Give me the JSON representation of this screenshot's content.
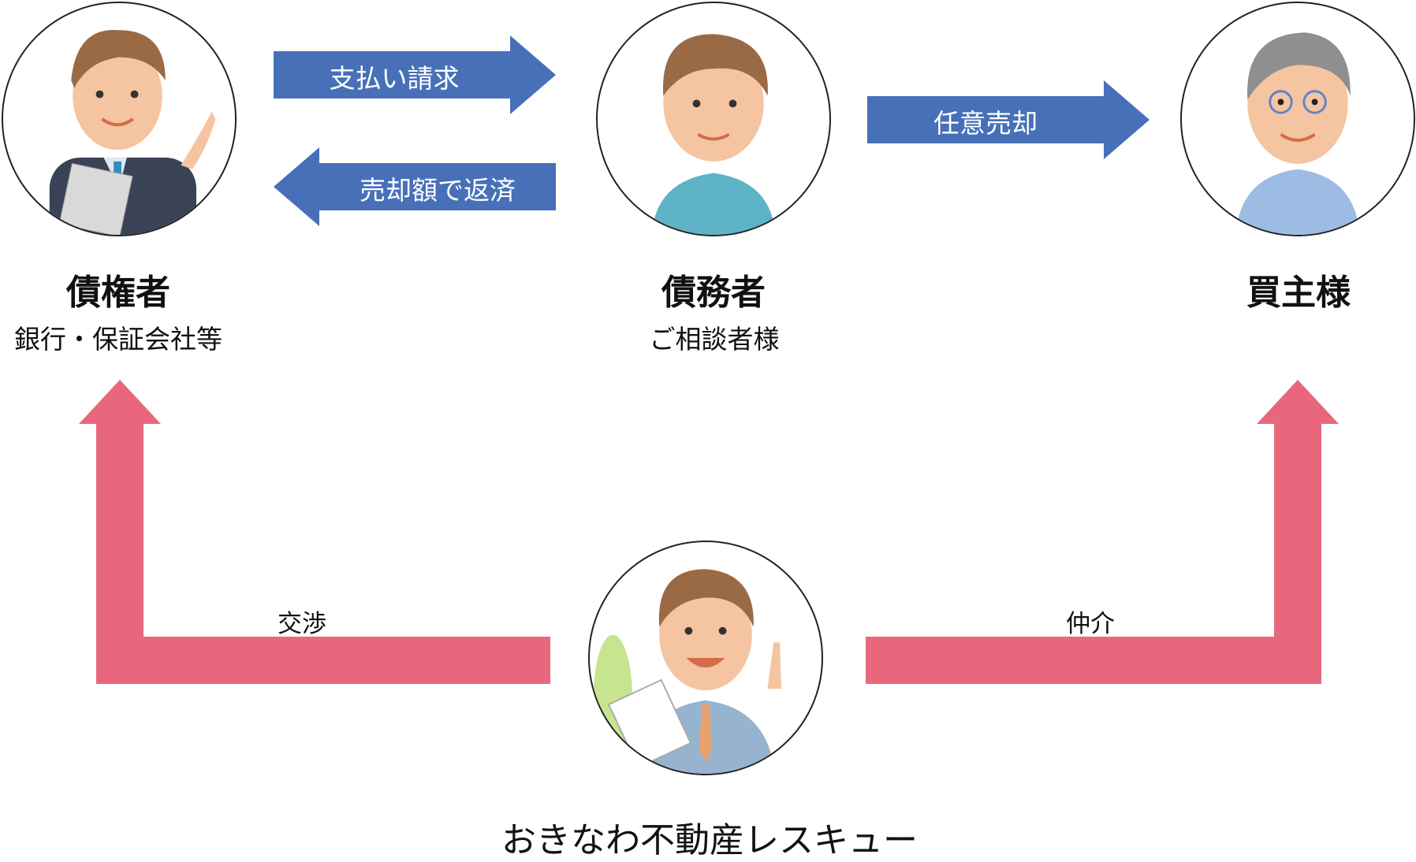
{
  "colors": {
    "blue_arrow": "#4770b8",
    "pink_arrow": "#e8677d",
    "circle_border": "#222222"
  },
  "parties": {
    "creditor": {
      "name": "債権者",
      "sub": "銀行・保証会社等",
      "icon": "businessman-avatar"
    },
    "debtor": {
      "name": "債務者",
      "sub": "ご相談者様",
      "icon": "young-man-avatar"
    },
    "buyer": {
      "name": "買主様",
      "icon": "older-man-avatar"
    },
    "company": {
      "name": "おきなわ不動産レスキュー",
      "icon": "agent-avatar"
    }
  },
  "arrows": {
    "payment_request": "支払い請求",
    "repay_by_sale": "売却額で返済",
    "voluntary_sale": "任意売却",
    "negotiation": "交渉",
    "brokerage": "仲介"
  }
}
